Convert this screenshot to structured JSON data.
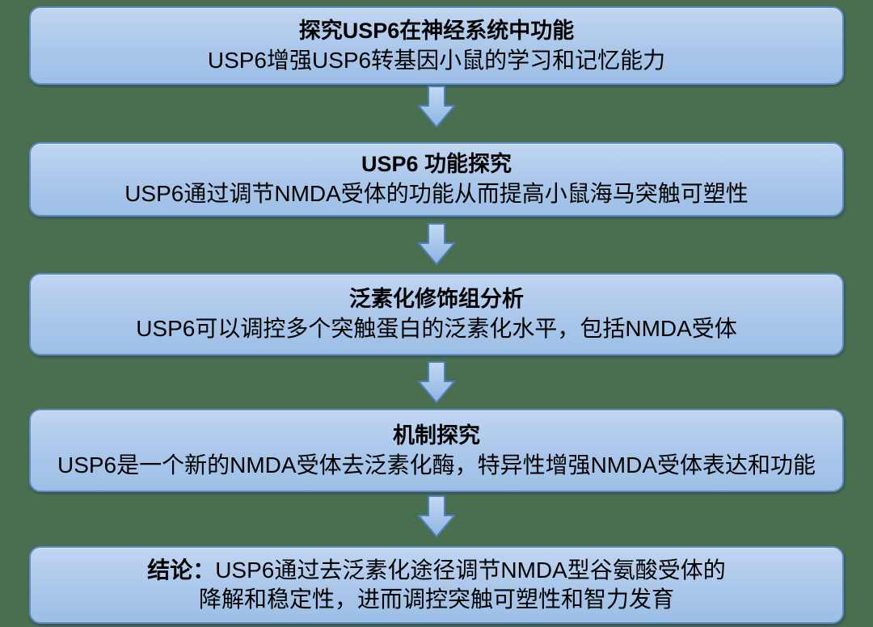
{
  "colors": {
    "canvas_bg": "#4a6e50",
    "box_fill_top": "#c0d5f1",
    "box_fill_mid": "#aac7ea",
    "box_fill_bottom": "#9dbfe6",
    "box_border": "#5e8ec9",
    "arrow_fill_top": "#c3d8f3",
    "arrow_fill_bottom": "#8db4e2",
    "arrow_border": "#4f81bd",
    "text": "#000000"
  },
  "flowchart": {
    "arrow_icon": "down-block-arrow",
    "steps": [
      {
        "title": "探究USP6在神经系统中功能",
        "body": "USP6增强USP6转基因小鼠的学习和记忆能力"
      },
      {
        "title": "USP6 功能探究",
        "body": "USP6通过调节NMDA受体的功能从而提高小鼠海马突触可塑性"
      },
      {
        "title": "泛素化修饰组分析",
        "body": "USP6可以调控多个突触蛋白的泛素化水平，包括NMDA受体"
      },
      {
        "title": "机制探究",
        "body": "USP6是一个新的NMDA受体去泛素化酶，特异性增强NMDA受体表达和功能"
      },
      {
        "lead": "结论：",
        "line1": "USP6通过去泛素化途径调节NMDA型谷氨酸受体的",
        "line2": "降解和稳定性，进而调控突触可塑性和智力发育"
      }
    ]
  }
}
